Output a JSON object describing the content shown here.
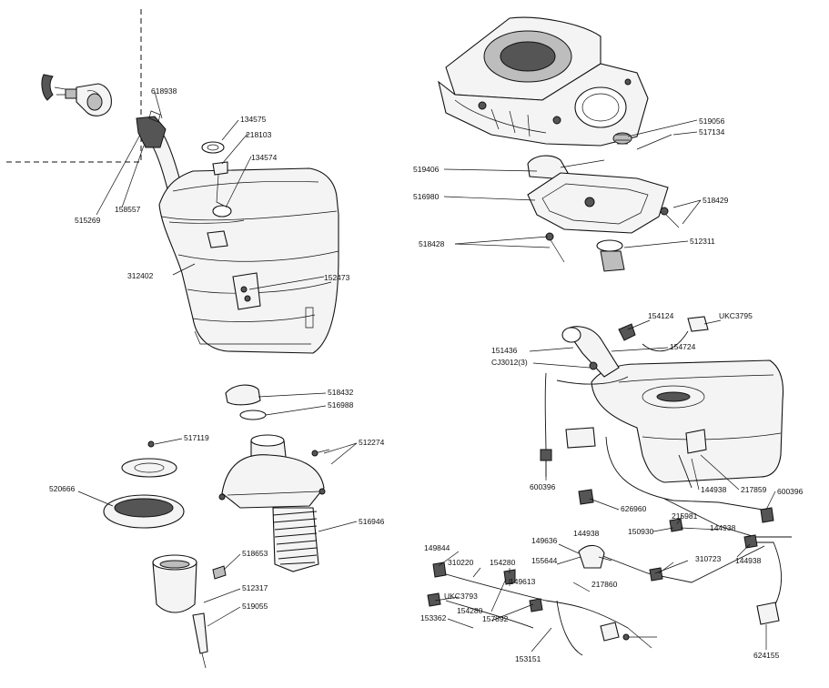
{
  "diagram": {
    "callouts": {
      "tank": [
        "618938",
        "134575",
        "218103",
        "134574",
        "515269",
        "158557",
        "312402",
        "152473"
      ],
      "carburettor": [
        "519056",
        "517134",
        "519406",
        "516980",
        "518429",
        "518428",
        "512311"
      ],
      "float_chamber": [
        "518432",
        "516988",
        "517119",
        "512274",
        "520666",
        "516946",
        "518653",
        "512317",
        "519055"
      ],
      "emission_pipework": [
        "154124",
        "UKC3795",
        "151436",
        "154724",
        "CJ3012(3)",
        "600396",
        "144938",
        "217859",
        "600396",
        "626960",
        "215981",
        "150930",
        "144938",
        "149844",
        "310220",
        "154280",
        "149636",
        "155644",
        "144938",
        "310723",
        "144938",
        "149613",
        "UKC3793",
        "154280",
        "157892",
        "217860",
        "153362",
        "153151",
        "624155"
      ]
    }
  }
}
